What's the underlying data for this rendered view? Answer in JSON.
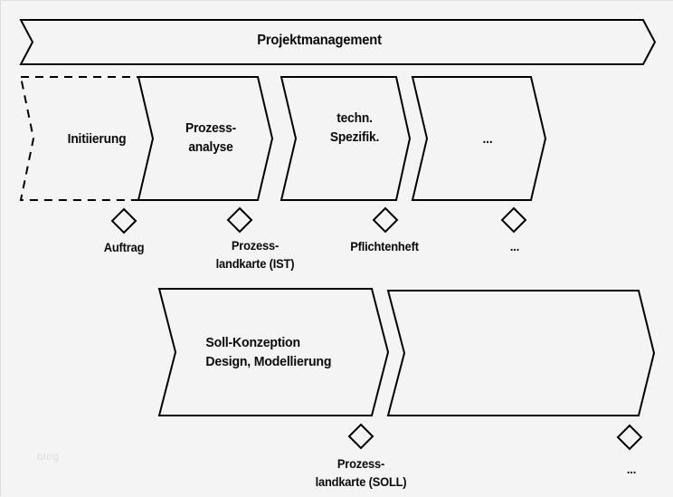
{
  "diagram": {
    "title_banner": {
      "label": "Projektmanagement"
    },
    "phases_row1": [
      {
        "label": "Initiierung",
        "style": "dashed"
      },
      {
        "label": "Prozess-\nanalyse",
        "style": "solid"
      },
      {
        "label": "techn.\nSpezifik.",
        "style": "solid"
      },
      {
        "label": "...",
        "style": "solid"
      }
    ],
    "milestones_row1": [
      {
        "label": "Auftrag"
      },
      {
        "label": "Prozess-\nlandkarte (IST)"
      },
      {
        "label": "Pflichtenheft"
      },
      {
        "label": "..."
      }
    ],
    "phases_row2": [
      {
        "label": "Soll-Konzeption\nDesign, Modellierung",
        "style": "solid"
      },
      {
        "label": "",
        "style": "solid"
      }
    ],
    "milestones_row2": [
      {
        "label": "Prozess-\nlandkarte (SOLL)"
      },
      {
        "label": "..."
      }
    ],
    "watermark": "blog",
    "colors": {
      "background": "#f4f4f4",
      "stroke": "#000000",
      "text": "#0a0a0a",
      "watermark": "#dedede"
    }
  }
}
